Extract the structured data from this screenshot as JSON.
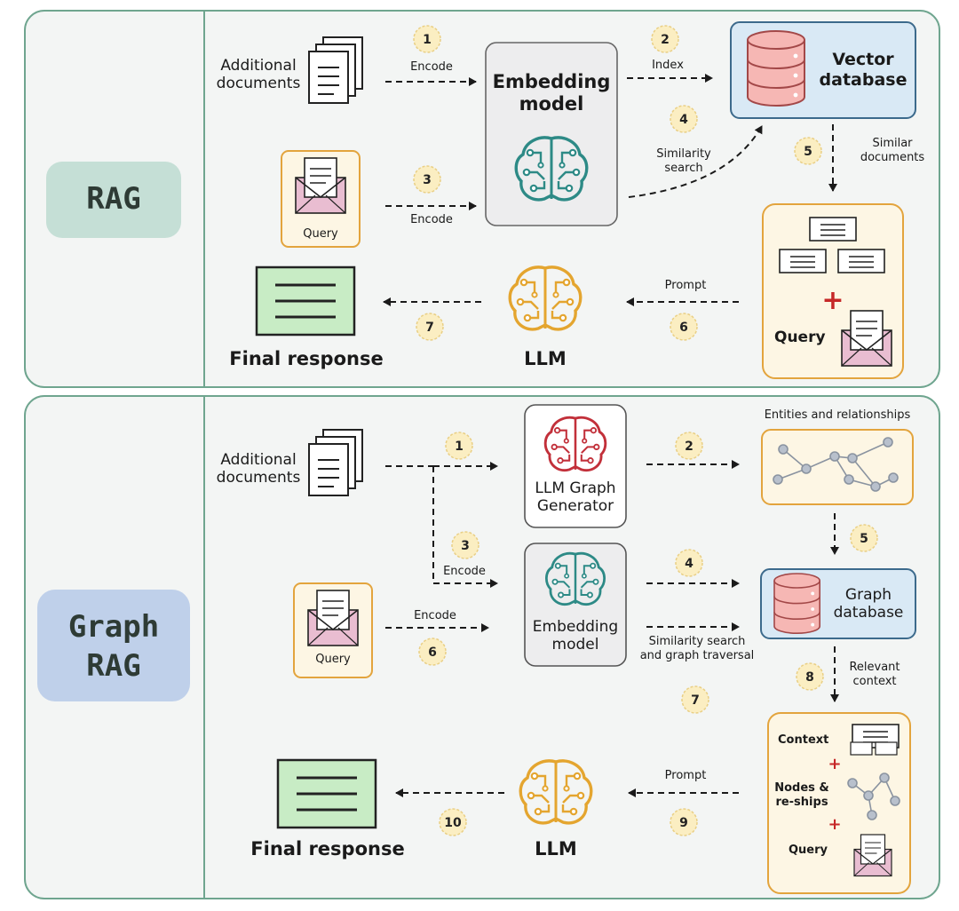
{
  "rag": {
    "tag": "RAG",
    "additional_documents": "Additional\ndocuments",
    "embedding_model": "Embedding\nmodel",
    "vector_database": "Vector\ndatabase",
    "query": "Query",
    "llm": "LLM",
    "final_response": "Final response",
    "prompt_query": "Query",
    "edges": {
      "encode1": "Encode",
      "index": "Index",
      "encode3": "Encode",
      "similarity_search": "Similarity\nsearch",
      "similar_documents": "Similar\ndocuments",
      "prompt": "Prompt"
    },
    "steps": [
      "1",
      "2",
      "3",
      "4",
      "5",
      "6",
      "7"
    ]
  },
  "graph_rag": {
    "tag": "Graph\nRAG",
    "additional_documents": "Additional\ndocuments",
    "llm_graph_generator": "LLM Graph\nGenerator",
    "entities_and_relationships": "Entities and relationships",
    "embedding_model": "Embedding\nmodel",
    "graph_database": "Graph\ndatabase",
    "query": "Query",
    "llm": "LLM",
    "final_response": "Final response",
    "prompt_context": "Context",
    "prompt_nodes": "Nodes &\nre-ships",
    "prompt_query": "Query",
    "edges": {
      "encode3": "Encode",
      "encode6": "Encode",
      "similarity_traversal": "Similarity search\nand graph traversal",
      "relevant_context": "Relevant\ncontext",
      "prompt": "Prompt"
    },
    "steps": [
      "1",
      "2",
      "3",
      "4",
      "5",
      "6",
      "7",
      "8",
      "9",
      "10"
    ]
  },
  "colors": {
    "panel_border": "#6fa58f",
    "panel_bg": "#f3f5f4",
    "rag_tag_bg": "#c5dfd6",
    "graph_tag_bg": "#bfd0ea",
    "embed_bg": "#ededee",
    "vector_bg": "#d9e9f5",
    "vector_border": "#3c6a8c",
    "orange": "#e3a43d",
    "query_bg": "#fdf6e4",
    "badge_bg": "#fbeec2",
    "teal_brain": "#2d8a86",
    "gold_brain": "#e4a52f",
    "red_brain": "#c2303a",
    "db_fill": "#f6b7b4",
    "db_stroke": "#a34848",
    "response_bg": "#c8ecc5",
    "envelope": "#e9bdd1",
    "plus": "#c62828",
    "graph_node": "#b8c0cc"
  }
}
